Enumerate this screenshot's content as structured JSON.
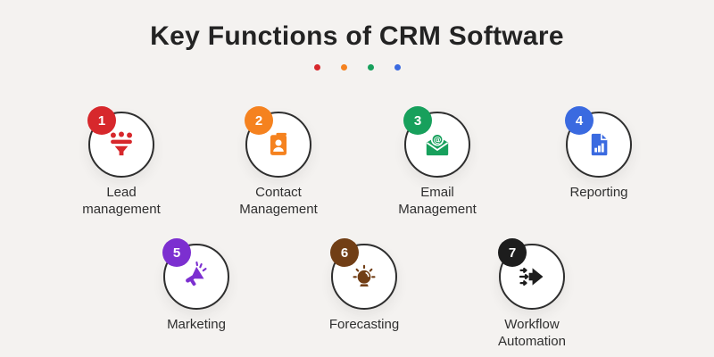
{
  "title": "Key Functions of CRM Software",
  "divider_dots": [
    "#d7282c",
    "#f5821f",
    "#17a05c",
    "#3a6ae0"
  ],
  "items": [
    {
      "number": "1",
      "label": "Lead\nmanagement",
      "color": "#d7282c",
      "icon": "lead-funnel-icon"
    },
    {
      "number": "2",
      "label": "Contact\nManagement",
      "color": "#f5821f",
      "icon": "contact-book-icon"
    },
    {
      "number": "3",
      "label": "Email\nManagement",
      "color": "#17a05c",
      "icon": "email-at-icon"
    },
    {
      "number": "4",
      "label": "Reporting",
      "color": "#3a6ae0",
      "icon": "report-document-icon"
    },
    {
      "number": "5",
      "label": "Marketing",
      "color": "#7c2fd0",
      "icon": "megaphone-icon"
    },
    {
      "number": "6",
      "label": "Forecasting",
      "color": "#713e15",
      "icon": "crystal-ball-icon"
    },
    {
      "number": "7",
      "label": "Workflow\nAutomation",
      "color": "#1d1d1d",
      "icon": "workflow-arrows-icon"
    }
  ],
  "colors": {
    "background": "#f4f2f0",
    "title_text": "#232323",
    "label_text": "#2f2f2f",
    "circle_border": "#2e2e2e",
    "circle_fill": "#ffffff"
  }
}
